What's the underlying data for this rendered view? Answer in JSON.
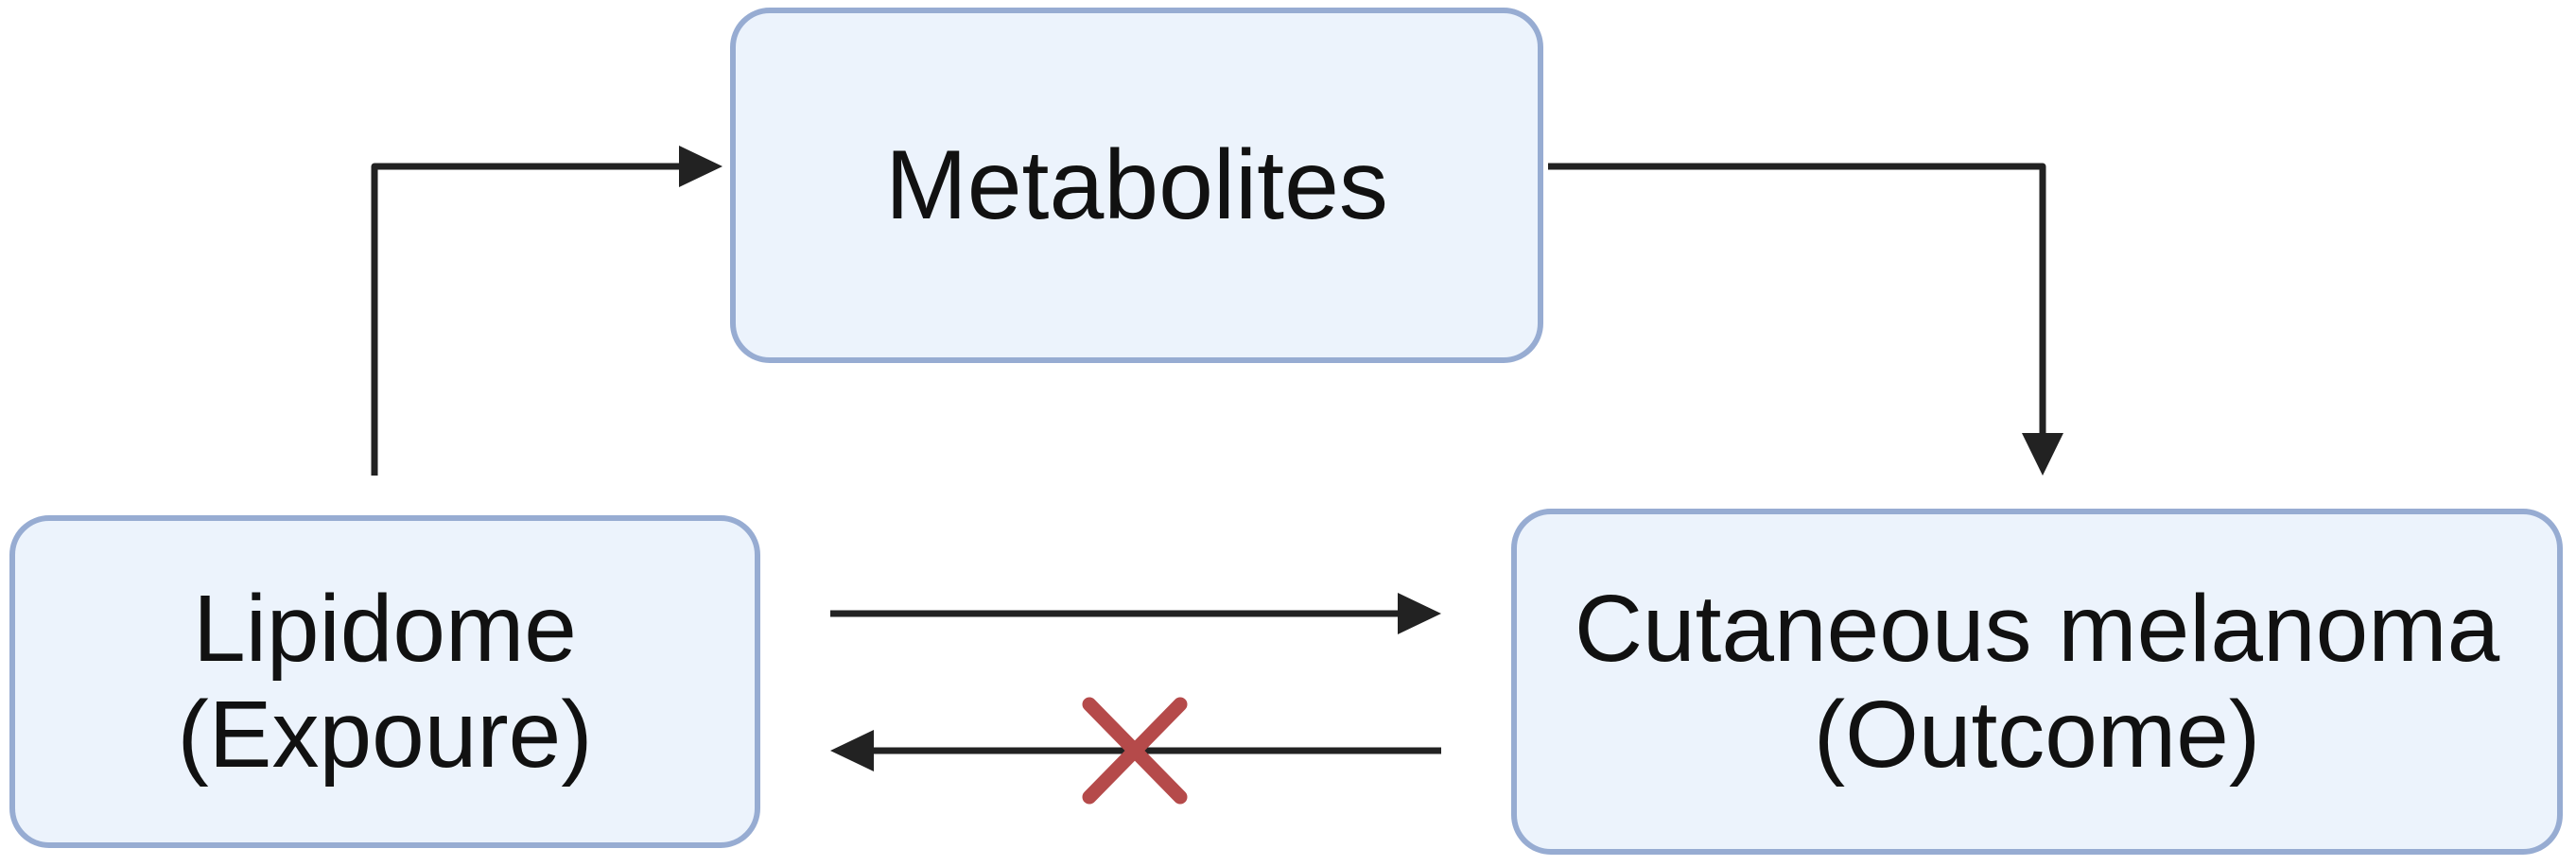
{
  "diagram": {
    "nodes": {
      "metabolites": {
        "lines": [
          "Metabolites"
        ]
      },
      "exposure": {
        "lines": [
          "Lipidome",
          "(Expoure)"
        ]
      },
      "outcome": {
        "lines": [
          "Cutaneous melanoma",
          "(Outcome)"
        ]
      }
    },
    "edges": [
      {
        "from": "exposure",
        "to": "metabolites",
        "blocked": false
      },
      {
        "from": "metabolites",
        "to": "outcome",
        "blocked": false
      },
      {
        "from": "exposure",
        "to": "outcome",
        "blocked": false
      },
      {
        "from": "outcome",
        "to": "exposure",
        "blocked": true
      }
    ],
    "colors": {
      "node_fill": "#ecf3fc",
      "node_border": "#97acd2",
      "arrow": "#222222",
      "blocked_mark": "#b54a4a"
    },
    "icons": {
      "arrowhead": "arrowhead-icon",
      "blocked": "cross-x-icon"
    }
  }
}
